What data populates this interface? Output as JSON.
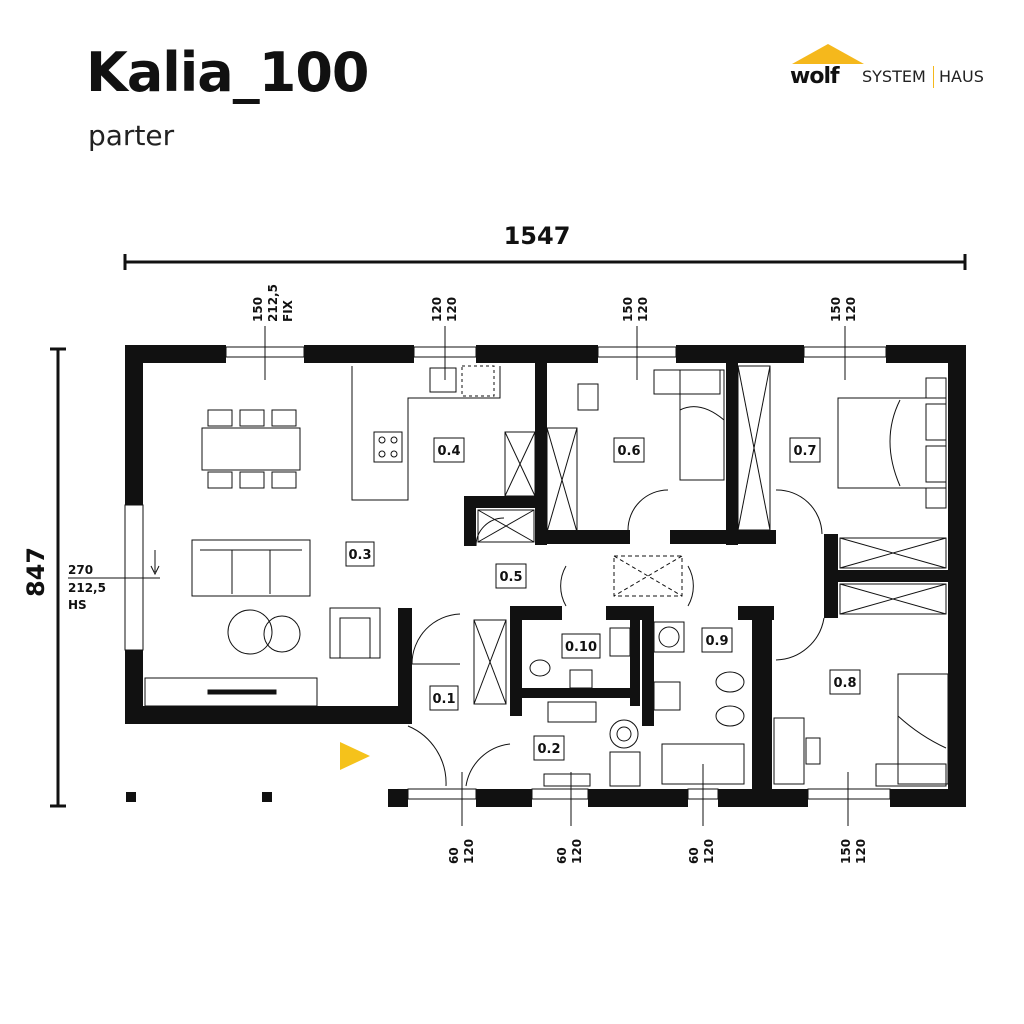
{
  "header": {
    "title": "Kalia_100",
    "subtitle": "parter"
  },
  "logo": {
    "brand": "wolf",
    "system": "SYSTEM",
    "haus": "HAUS",
    "accent": "#f5b81c"
  },
  "dimensions": {
    "width": "1547",
    "height": "847"
  },
  "windows_top": [
    {
      "lines": [
        "150",
        "212,5",
        "FIX"
      ]
    },
    {
      "lines": [
        "120",
        "120"
      ]
    },
    {
      "lines": [
        "150",
        "120"
      ]
    },
    {
      "lines": [
        "150",
        "120"
      ]
    }
  ],
  "windows_bottom": [
    {
      "lines": [
        "60",
        "120"
      ]
    },
    {
      "lines": [
        "60",
        "120"
      ]
    },
    {
      "lines": [
        "60",
        "120"
      ]
    },
    {
      "lines": [
        "150",
        "120"
      ]
    }
  ],
  "window_left": {
    "lines": [
      "270",
      "212,5",
      "HS"
    ]
  },
  "rooms": [
    "0.1",
    "0.2",
    "0.3",
    "0.4",
    "0.5",
    "0.6",
    "0.7",
    "0.8",
    "0.9",
    "0.10"
  ],
  "colors": {
    "wall": "#111111",
    "entrance_arrow": "#f5c21b"
  }
}
